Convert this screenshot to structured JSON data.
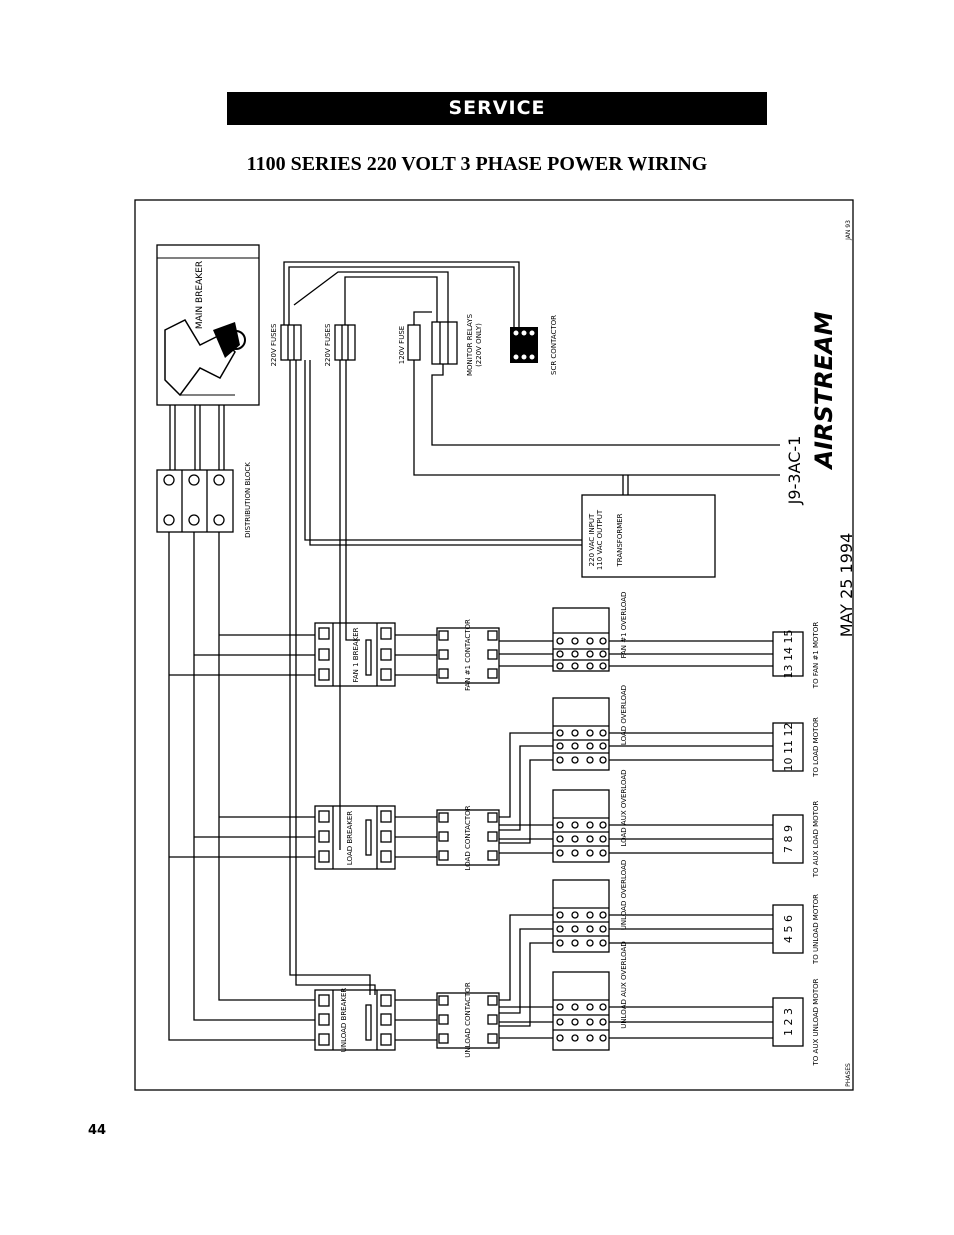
{
  "header": {
    "banner": "SERVICE",
    "title": "1100 SERIES 220 VOLT 3 PHASE POWER WIRING"
  },
  "diagram": {
    "main_breaker": "MAIN BREAKER",
    "distribution_block": "DISTRIBUTION BLOCK",
    "fuses_1": "220V FUSES",
    "fuses_2": "220V FUSES",
    "fuse_120": "120V FUSE",
    "monitor_relays": "MONITOR RELAYS",
    "monitor_relays_note": "(220V ONLY)",
    "scr_contactor": "SCR CONTACTOR",
    "transformer_in": "220 VAC INPUT",
    "transformer_out": "110 VAC OUTPUT",
    "transformer": "TRANSFORMER",
    "fan_breaker": "FAN 1 BREAKER",
    "fan_contactor": "FAN #1 CONTACTOR",
    "fan_overload": "FAN #1 OVERLOAD",
    "fan_motor": "TO FAN #1 MOTOR",
    "fan_terminals": "13 14 15",
    "load_breaker": "LOAD BREAKER",
    "load_contactor": "LOAD CONTACTOR",
    "load_overload": "LOAD OVERLOAD",
    "load_motor": "TO LOAD MOTOR",
    "load_terminals": "10 11 12",
    "load_aux_overload": "LOAD AUX OVERLOAD",
    "load_aux_motor": "TO AUX LOAD MOTOR",
    "load_aux_terminals": "7 8 9",
    "unload_breaker": "UNLOAD BREAKER",
    "unload_contactor": "UNLOAD CONTACTOR",
    "unload_overload": "UNLOAD OVERLOAD",
    "unload_motor": "TO UNLOAD MOTOR",
    "unload_terminals": "4 5 6",
    "unload_aux_overload": "UNLOAD AUX OVERLOAD",
    "unload_aux_motor": "TO AUX UNLOAD MOTOR",
    "unload_aux_terminals": "1 2 3",
    "drawing_number": "J9-3AC-1",
    "date": "MAY 25 1994",
    "logo": "AIRSTREAM",
    "rev_top": "JAN 93",
    "rev_bottom": "PHASES"
  },
  "footer": {
    "page_number": "44"
  }
}
